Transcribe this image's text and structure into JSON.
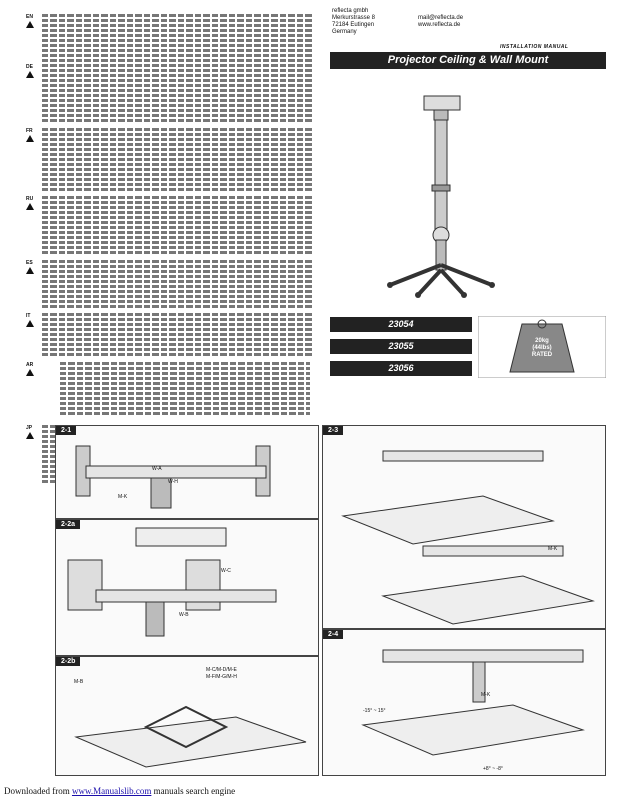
{
  "company": {
    "lines": [
      "reflecta gmbh",
      "Merkurstrasse 8",
      "72184 Eutingen",
      "Germany"
    ],
    "contact": [
      "mail@reflecta.de",
      "www.reflecta.de"
    ]
  },
  "manual_label": "INSTALLATION MANUAL",
  "title": "Projector Ceiling & Wall Mount",
  "languages": [
    "EN",
    "DE",
    "FR",
    "RU",
    "ES",
    "IT",
    "AR",
    "JP"
  ],
  "models": [
    "23054",
    "23055",
    "23056"
  ],
  "weight": {
    "max": "20kg",
    "lbs": "(44lbs)",
    "label": "RATED"
  },
  "steps": {
    "s21": "2-1",
    "s22a": "2-2a",
    "s22b": "2-2b",
    "s23": "2-3",
    "s24": "2-4"
  },
  "part_labels": {
    "wa": "W-A",
    "wh": "W-H",
    "mk": "M-K",
    "wc": "W-C",
    "wb": "W-B",
    "mb": "M-B",
    "md1": "M-C/M-D/M-E",
    "md2": "M-F/M-G/M-H",
    "mk2": "M-K",
    "mk3": "M-K"
  },
  "angles": {
    "tilt": "-15° ~ 15°",
    "rot": "+8° ~ -8°"
  },
  "footer": {
    "prefix": "Downloaded from ",
    "link": "www.Manualslib.com",
    "suffix": " manuals search engine"
  }
}
